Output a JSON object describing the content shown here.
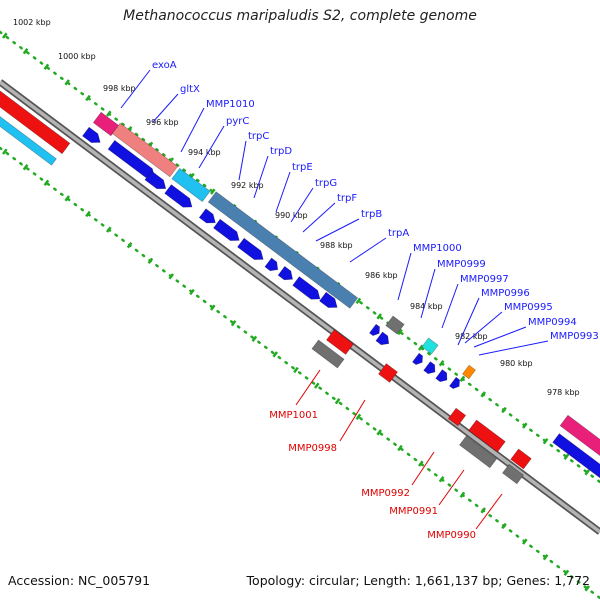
{
  "header": {
    "title": "Methanococcus maripaludis S2, complete genome"
  },
  "footer": {
    "accession_label": "Accession:",
    "accession": "NC_005791",
    "topology_label": "Topology:",
    "topology": "circular",
    "length_label": "Length:",
    "length": "1,661,137 bp",
    "genes_label": "Genes:",
    "genes": "1,772"
  },
  "scale_ticks": [
    {
      "label": "1002 kbp"
    },
    {
      "label": "1000 kbp"
    },
    {
      "label": "998 kbp"
    },
    {
      "label": "996 kbp"
    },
    {
      "label": "994 kbp"
    },
    {
      "label": "992 kbp"
    },
    {
      "label": "990 kbp"
    },
    {
      "label": "988 kbp"
    },
    {
      "label": "986 kbp"
    },
    {
      "label": "984 kbp"
    },
    {
      "label": "982 kbp"
    },
    {
      "label": "980 kbp"
    },
    {
      "label": "978 kbp"
    }
  ],
  "upper_genes": [
    "exoA",
    "gltX",
    "MMP1010",
    "pyrC",
    "trpC",
    "trpD",
    "trpE",
    "trpG",
    "trpF",
    "trpB",
    "trpA",
    "MMP1000",
    "MMP0999",
    "MMP0997",
    "MMP0996",
    "MMP0995",
    "MMP0994",
    "MMP0993"
  ],
  "lower_genes": [
    "MMP1001",
    "MMP0998",
    "MMP0992",
    "MMP0991",
    "MMP0990"
  ],
  "colors": {
    "backbone": "#8a8a8a",
    "dots": "#22aa22",
    "label_upper": "#1a1aff",
    "label_lower": "#e00000",
    "cds_forward": "#1010e0",
    "cds_reverse": "#ee1111",
    "cds_gray": "#707070",
    "trna": "#e8207a",
    "rrna_pink": "#f08080",
    "light_blue": "#20c0f0",
    "steel_blue": "#4a80b0",
    "cyan": "#20e0e0",
    "orange": "#ff8800"
  }
}
